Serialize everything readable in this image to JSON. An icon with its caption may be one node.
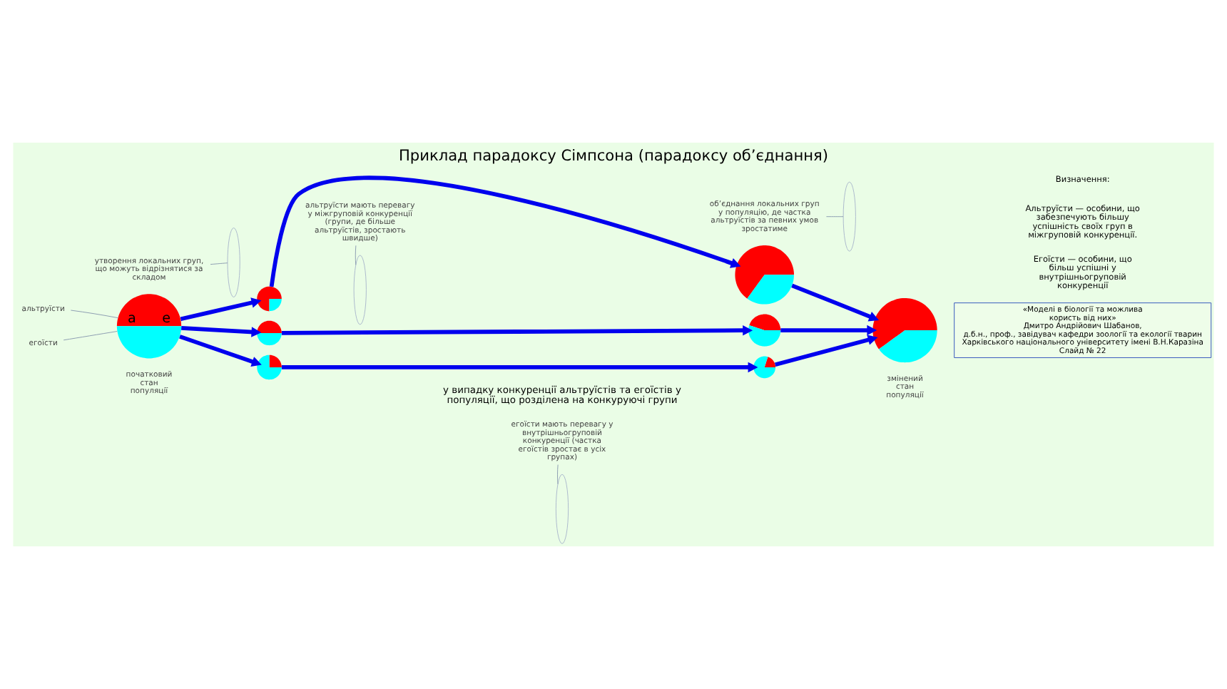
{
  "diagram": {
    "title": "Приклад парадоксу Сімпсона (парадоксу об’єднання)",
    "nodes": [
      {
        "text": [
          "альтруїсти мають перевагу у міжгруповій конкуренції (групи, де більше альтруїстів, зростають швидше)"
        ]
      },
      {
        "text": [
          "егоїсти мають перевагу у внутрішньогруповій конкуренції (частка егоїстів зростає в усіх групах)"
        ]
      },
      {
        "text": [
          "утворення локальних груп, що можуть відрізнятися за складом"
        ]
      },
      {
        "text": [
          "об’єднання локальних груп у популяцію, де частка альтруїстів за певних умов зростатиме"
        ]
      },
      {
        "text": [
          "альтруїсти"
        ]
      },
      {
        "text": [
          "егоїсти"
        ]
      },
      {
        "text": [
          "a",
          "e"
        ],
        "beside": [
          "початковий стан популяції"
        ]
      },
      {
        "text": [],
        "shape": "ellipse"
      },
      {
        "text": [],
        "shape": "circle"
      },
      {
        "text": [],
        "shape": "circle"
      },
      {
        "text": [],
        "shape": "circle"
      },
      {
        "text": [],
        "shape": "ellipse"
      },
      {
        "text": [],
        "shape": "ellipse"
      },
      {
        "text": [],
        "shape": "circle"
      },
      {
        "text": [],
        "shape": "circle"
      },
      {
        "text": [],
        "shape": "circle"
      },
      {
        "text": [],
        "shape": "ellipse"
      },
      {
        "text": [],
        "shape": "circle",
        "beside": [
          "змінений стан популяції"
        ]
      },
      {
        "text": [
          "«Моделі в біології та можлива користь від них»",
          "Дмитро Андрійович Шабанов,",
          "д.б.н., проф., завідувач кафедри зоології та екології тварин Харківського національного університету імені В.Н.Каразіна",
          "Слайд № 22"
        ]
      }
    ],
    "edges": [
      {
        "from": 4,
        "to": 6,
        "arrow": "none",
        "color": "#8a9bb0"
      },
      {
        "from": 5,
        "to": 6,
        "arrow": "none",
        "color": "#8a9bb0"
      },
      {
        "from": 2,
        "to": 7,
        "arrow": "none",
        "color": "#8a9bb0"
      },
      {
        "from": 0,
        "to": 11,
        "arrow": "none",
        "color": "#8a9bb0"
      },
      {
        "from": 1,
        "to": 12,
        "arrow": "none",
        "color": "#8a9bb0"
      },
      {
        "from": 3,
        "to": 16,
        "arrow": "none",
        "color": "#8a9bb0"
      },
      {
        "from": 6,
        "to": 8,
        "arrow": "to"
      },
      {
        "from": 6,
        "to": 9,
        "arrow": "to"
      },
      {
        "from": 6,
        "to": 10,
        "arrow": "to"
      },
      {
        "from": 8,
        "to": 13,
        "arrow": "to"
      },
      {
        "from": 9,
        "to": 14,
        "arrow": "to"
      },
      {
        "from": 10,
        "to": 15,
        "arrow": "to"
      },
      {
        "from": 13,
        "to": 17,
        "arrow": "to"
      },
      {
        "from": 14,
        "to": 17,
        "arrow": "to"
      },
      {
        "from": 15,
        "to": 17,
        "arrow": "to"
      }
    ],
    "labels": [
      "у випадку конкуренції альтруїстів та егоїстів у популяції, що розділена на конкуруючі групи",
      "Визначення:",
      "Альтруїсти — особини, що забезпечують більшу успішність своїх груп в міжгруповій конкуренції.",
      "Егоїсти — особини, що більш успішні у внутрішньогруповій конкуренції"
    ]
  }
}
